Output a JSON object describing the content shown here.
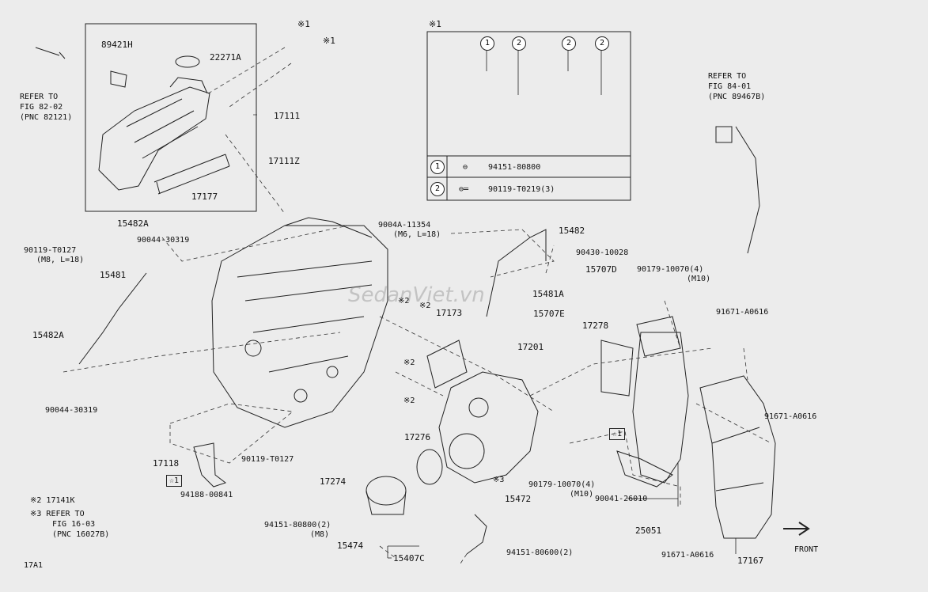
{
  "diagram_code": "17A1",
  "watermark": "SedanViet.vn",
  "front_label": "FRONT",
  "inset": {
    "marker": "※1",
    "callouts": [
      "1",
      "2",
      "2",
      "2"
    ],
    "rows": [
      {
        "num": "1",
        "part": "94151-80800"
      },
      {
        "num": "2",
        "part": "90119-T0219(3)"
      }
    ]
  },
  "labels": {
    "p89421H": "89421H",
    "p22271A": "22271A",
    "p17111": "17111",
    "p17111Z": "17111Z",
    "p17177": "17177",
    "ref82_1": "REFER TO",
    "ref82_2": "FIG 82-02",
    "ref82_3": "(PNC 82121)",
    "ref84_1": "REFER TO",
    "ref84_2": "FIG 84-01",
    "ref84_3": "(PNC 89467B)",
    "star1_a": "※1",
    "star1_b": "※1",
    "p15482A_top": "15482A",
    "p90044_30319_top": "90044-30319",
    "p90119_T0127_l": "90119-T0127",
    "p90119_spec": "(M8, L=18)",
    "p15481": "15481",
    "p15482A_l": "15482A",
    "p90044_30319_b": "90044-30319",
    "p9004A": "9004A-11354",
    "p9004A_spec": "(M6, L=18)",
    "p15482": "15482",
    "p90430": "90430-10028",
    "p15707D": "15707D",
    "p15481A": "15481A",
    "p15707E": "15707E",
    "p90179_top": "90179-10070(4)",
    "p90179_top_spec": "(M10)",
    "p91671_a": "91671-A0616",
    "p17278": "17278",
    "p17173": "17173",
    "p17201": "17201",
    "star2_a": "※2",
    "star2_b": "※2",
    "star2_c": "※2",
    "star2_d": "※2",
    "p91671_b": "91671-A0616",
    "p17276": "17276",
    "p17274": "17274",
    "star3": "※3",
    "p90179_b": "90179-10070(4)",
    "p90179_b_spec": "(M10)",
    "p15472": "15472",
    "p90041": "90041-26010",
    "p25051": "25051",
    "p17118": "17118",
    "p90119_T0127_b": "90119-T0127",
    "p94188": "94188-00841",
    "star1_box_a": "☆1",
    "star1_box_b": "☆1",
    "note2": "※2 17141K",
    "note3_1": "※3 REFER TO",
    "note3_2": "FIG 16-03",
    "note3_3": "(PNC 16027B)",
    "p94151_80800": "94151-80800(2)",
    "p94151_spec": "(M8)",
    "p15474": "15474",
    "p15407C": "15407C",
    "p94151_80600": "94151-80600(2)",
    "p91671_c": "91671-A0616",
    "p17167": "17167"
  }
}
